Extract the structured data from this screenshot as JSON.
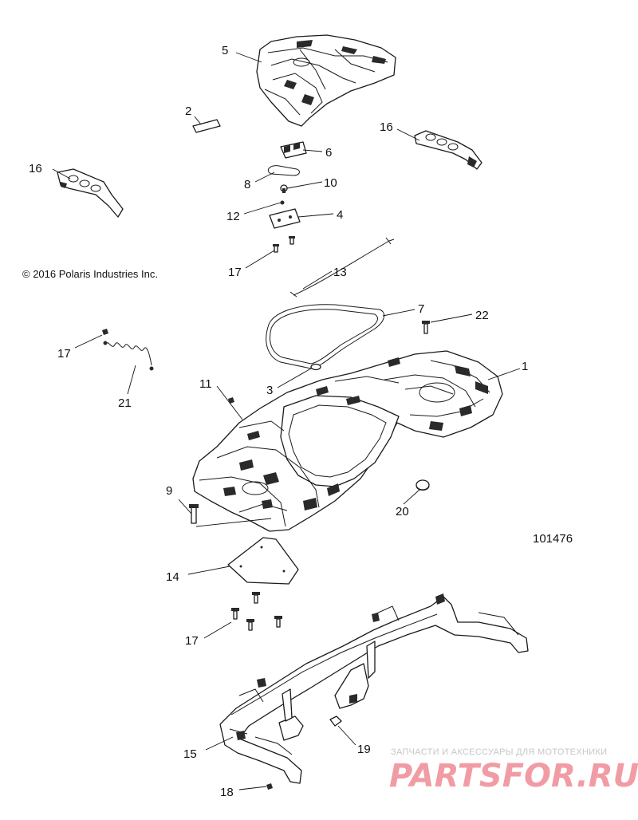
{
  "diagram": {
    "copyright": "© 2016 Polaris Industries Inc.",
    "figure_number": "101476",
    "callouts": [
      "1",
      "2",
      "3",
      "4",
      "5",
      "6",
      "7",
      "8",
      "9",
      "10",
      "11",
      "12",
      "13",
      "14",
      "15",
      "16",
      "16",
      "17",
      "17",
      "17",
      "18",
      "19",
      "20",
      "21",
      "22"
    ]
  },
  "watermark": {
    "caption": "ЗАПЧАСТИ И АКСЕССУАРЫ ДЛЯ МОТОТЕХНИКИ",
    "logo_text": "PARTSFOR.RU",
    "color": "#e64a5a"
  }
}
